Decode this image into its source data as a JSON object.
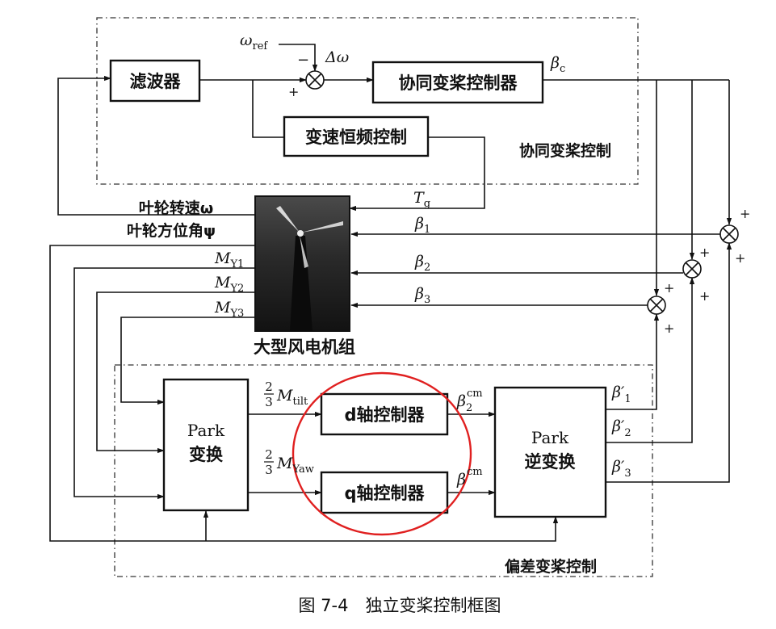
{
  "blocks": {
    "filter": "滤波器",
    "collective_pitch_controller": "协同变桨控制器",
    "variable_speed_cf": "变速恒频控制",
    "d_axis_controller": "d轴控制器",
    "q_axis_controller": "q轴控制器",
    "park_title": "Park",
    "park_sub": "变换",
    "inverse_park_title": "Park",
    "inverse_park_sub": "逆变换",
    "turbine": "大型风电机组"
  },
  "region_labels": {
    "collective_pitch_control": "协同变桨控制",
    "deviation_pitch_control": "偏差变桨控制"
  },
  "signal_labels": {
    "rotor_speed": "叶轮转速ω",
    "rotor_azimuth": "叶轮方位角ψ",
    "omega_ref": "ω",
    "omega_ref_sub": "ref",
    "delta_omega": "Δω",
    "beta_c": "β",
    "beta_c_sub": "c",
    "t_g": "T",
    "t_g_sub": "g",
    "beta1": "β",
    "beta1_sub": "1",
    "beta2": "β",
    "beta2_sub": "2",
    "beta3": "β",
    "beta3_sub": "3",
    "my1": "M",
    "my1_sub": "Y1",
    "my2": "M",
    "my2_sub": "Y2",
    "my3": "M",
    "my3_sub": "Y3",
    "frac_num": "2",
    "frac_den": "3",
    "m_tilt": "M",
    "m_tilt_sub": "tilt",
    "m_yaw": "M",
    "m_yaw_sub": "Yaw",
    "beta_cm": "β",
    "beta_cm_sup": "cm",
    "beta_cm_sub_d": "2",
    "beta1p": "β′",
    "beta1p_sub": "1",
    "beta2p": "β′",
    "beta2p_sub": "2",
    "beta3p": "β′",
    "beta3p_sub": "3"
  },
  "signs": {
    "minus": "−",
    "plus": "+"
  },
  "caption": "图 7-4　独立变桨控制框图",
  "colors": {
    "line": "#111111",
    "highlight_circle": "#e02020"
  }
}
